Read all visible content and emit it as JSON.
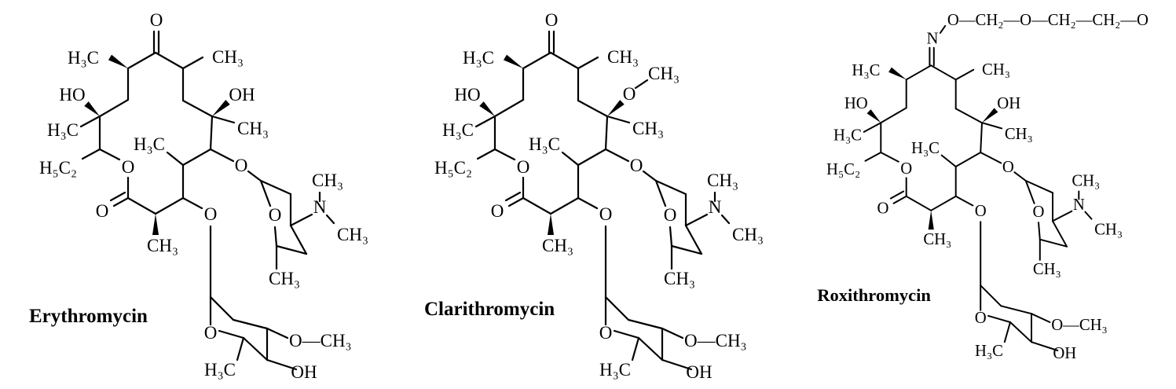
{
  "molecules": [
    {
      "name": "Erythromycin",
      "labels": {
        "ketone_o": "O",
        "h3c_top": "H₃C",
        "ch3_top": "CH₃",
        "ho_left": "HO",
        "h3c_left": "H₃C",
        "oh_right": "OH",
        "ch3_right": "CH₃",
        "h5c2": "H₅C₂",
        "ring_o": "O",
        "h3c_inner": "H₃C",
        "o_link_right": "O",
        "o_carbonyl": "O",
        "o_link_lower": "O",
        "ch3_c2": "CH₃",
        "des_o": "O",
        "n": "N",
        "n_ch3_top": "CH₃",
        "n_ch3_bottom": "CH₃",
        "des_ch3": "CH₃",
        "clad_o": "O",
        "clad_ome": "O—CH₃",
        "clad_oh": "OH",
        "clad_h3c": "H₃C"
      }
    },
    {
      "name": "Clarithromycin",
      "labels": {
        "ketone_o": "O",
        "h3c_top": "H₃C",
        "ch3_top": "CH₃",
        "ho_left": "HO",
        "h3c_left": "H₃C",
        "c12_o": "O",
        "c12_ome": "CH₃",
        "ch3_right": "CH₃",
        "h5c2": "H₅C₂",
        "ring_o": "O",
        "h3c_inner": "H₃C",
        "o_link_right": "O",
        "o_carbonyl": "O",
        "o_link_lower": "O",
        "ch3_c2": "CH₃",
        "des_o": "O",
        "n": "N",
        "n_ch3_top": "CH₃",
        "n_ch3_bottom": "CH₃",
        "des_ch3": "CH₃",
        "clad_o": "O",
        "clad_ome": "O—CH₃",
        "clad_oh": "OH",
        "clad_h3c": "H₃C"
      }
    },
    {
      "name": "Roxithromycin",
      "labels": {
        "oxime_n": "N",
        "oxime_chain": "O—CH₂—O—CH₂—CH₂—O",
        "h3c_top": "H₃C",
        "ch3_top": "CH₃",
        "ho_left": "HO",
        "h3c_left": "H₃C",
        "oh_right": "OH",
        "ch3_right": "CH₃",
        "h5c2": "H₅C₂",
        "ring_o": "O",
        "h3c_inner": "H₃C",
        "o_link_right": "O",
        "o_carbonyl": "O",
        "o_link_lower": "O",
        "ch3_c2": "CH₃",
        "des_o": "O",
        "n": "N",
        "n_ch3_top": "CH₃",
        "n_ch3_bottom": "CH₃",
        "des_ch3": "CH₃",
        "clad_o": "O",
        "clad_ome": "O—CH₃",
        "clad_oh": "OH",
        "clad_h3c": "H₃C"
      }
    }
  ]
}
